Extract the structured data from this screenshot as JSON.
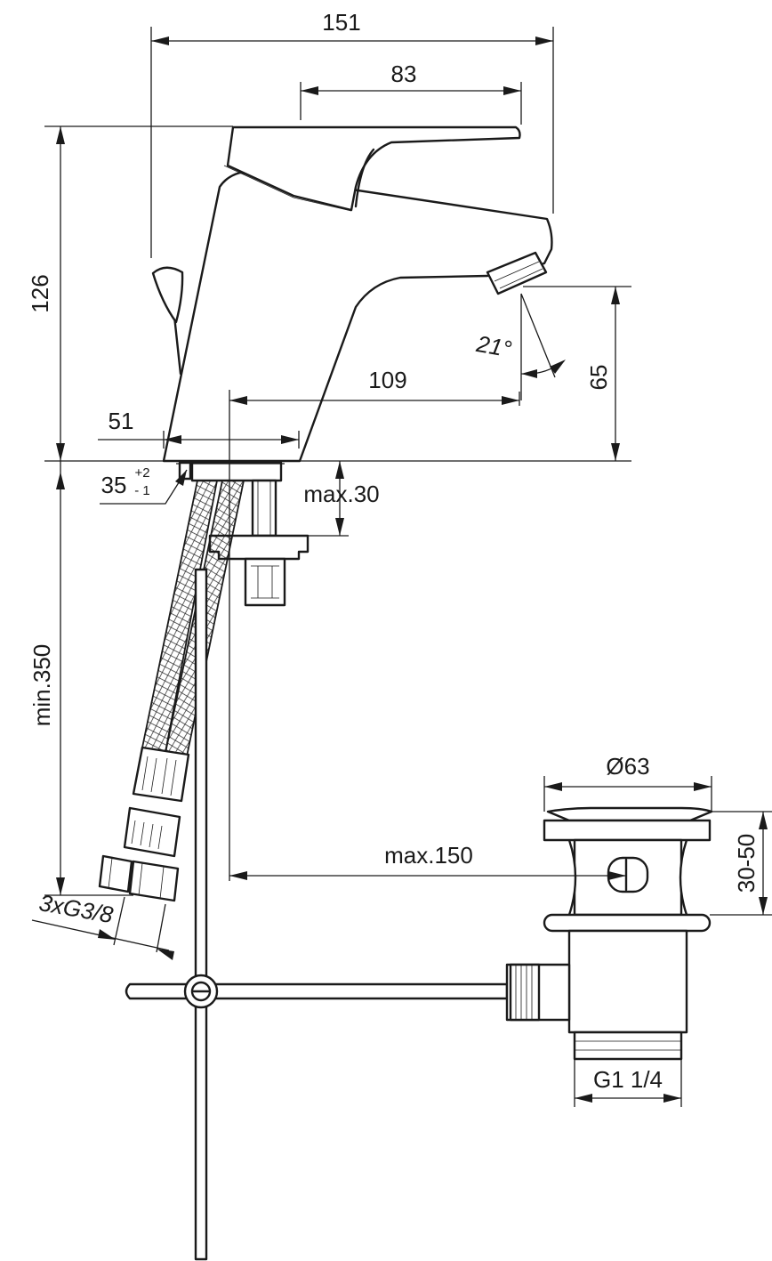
{
  "dimensions": {
    "overall_width": "151",
    "lever_length": "83",
    "height": "126",
    "spout_height": "65",
    "spout_angle": "21°",
    "spout_reach": "109",
    "base_diameter": "51",
    "hole_diameter": "35",
    "hole_tol_plus": "+2",
    "hole_tol_minus": "- 1",
    "deck_thickness": "max.30",
    "hose_length": "min.350",
    "connections": "3xG3/8",
    "pull_rod_distance": "max.150",
    "waste_diameter": "Ø63",
    "waste_range": "30-50",
    "waste_thread": "G1 1/4"
  },
  "colors": {
    "line": "#1a1a1a",
    "background": "#ffffff"
  }
}
